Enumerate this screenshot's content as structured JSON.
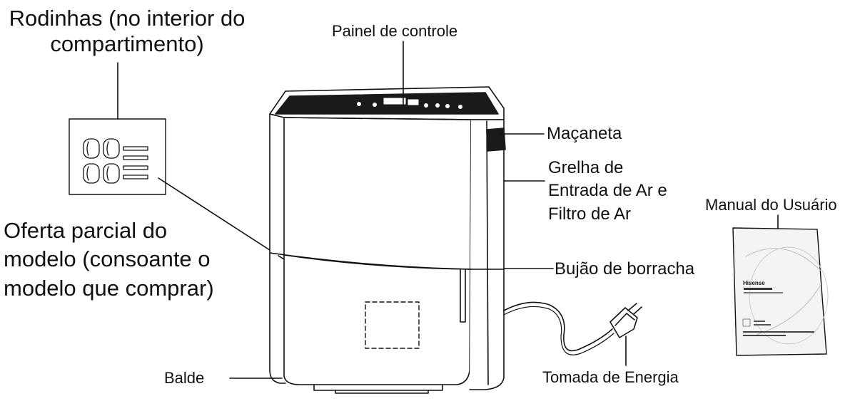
{
  "labels": {
    "wheels_line1": "Rodinhas (no interior do",
    "wheels_line2": "compartimento)",
    "control_panel": "Painel de controle",
    "handle": "Maçaneta",
    "grille_line1": "Grelha de",
    "grille_line2": "Entrada de Ar e",
    "grille_line3": "Filtro de Ar",
    "manual": "Manual do Usuário",
    "partial_line1": "Oferta parcial do",
    "partial_line2": "modelo (consoante o",
    "partial_line3": "modelo que comprar)",
    "rubber_plug": "Bujão de borracha",
    "bucket": "Balde",
    "power_plug": "Tomada de Energia"
  },
  "manual_cover": {
    "brand": "Hisense"
  },
  "colors": {
    "line": "#111111",
    "body_fill": "#ffffff",
    "grille": "#1a1a1a",
    "manual_fill": "#f4f4f4"
  }
}
